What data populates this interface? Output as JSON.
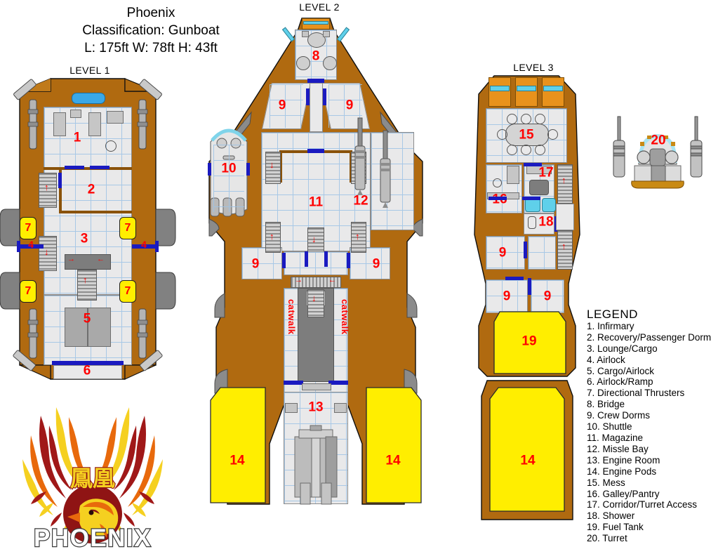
{
  "title": {
    "ship_name": "Phoenix",
    "classification": "Classification: Gunboat",
    "dimensions": "L: 175ft  W: 78ft  H: 43ft"
  },
  "deck_labels": {
    "level1": "LEVEL 1",
    "level2": "LEVEL 2",
    "level3": "LEVEL 3"
  },
  "legend": {
    "heading": "LEGEND",
    "items": [
      "1. Infirmary",
      "2. Recovery/Passenger Dorm",
      "3. Lounge/Cargo",
      "4. Airlock",
      "5. Cargo/Airlock",
      "6. Airlock/Ramp",
      "7. Directional Thrusters",
      "8. Bridge",
      "9. Crew Dorms",
      "10. Shuttle",
      "11. Magazine",
      "12. Missle Bay",
      "13. Engine Room",
      "14. Engine Pods",
      "15. Mess",
      "16. Galley/Pantry",
      "17. Corridor/Turret Access",
      "18. Shower",
      "19. Fuel Tank",
      "20. Turret"
    ]
  },
  "room_numbers": {
    "level1": [
      "1",
      "2",
      "3",
      "4",
      "4",
      "5",
      "6",
      "7",
      "7",
      "7",
      "7"
    ],
    "level2": [
      "8",
      "9",
      "9",
      "10",
      "11",
      "12",
      "9",
      "9",
      "13",
      "14",
      "14"
    ],
    "level3": [
      "15",
      "16",
      "17",
      "18",
      "9",
      "9",
      "9",
      "19",
      "14"
    ],
    "turret": "20"
  },
  "annotations": {
    "catwalk_left": "catwalk",
    "catwalk_right": "catwalk"
  },
  "logo": {
    "kanji": "鳳凰",
    "wordmark": "PHOENIX"
  },
  "colors": {
    "hull": "#b06a10",
    "floor": "#e9e9ea",
    "grid": "#9dc3e6",
    "door": "#1a1ac0",
    "room_number": "#ff0000",
    "tag_yellow": "#ffee00",
    "window_cyan": "#5fd0ea",
    "machinery_gray": "#a9a9a9",
    "logo_red": "#a01818",
    "logo_orange": "#e8690c",
    "logo_yellow": "#f5d020"
  }
}
